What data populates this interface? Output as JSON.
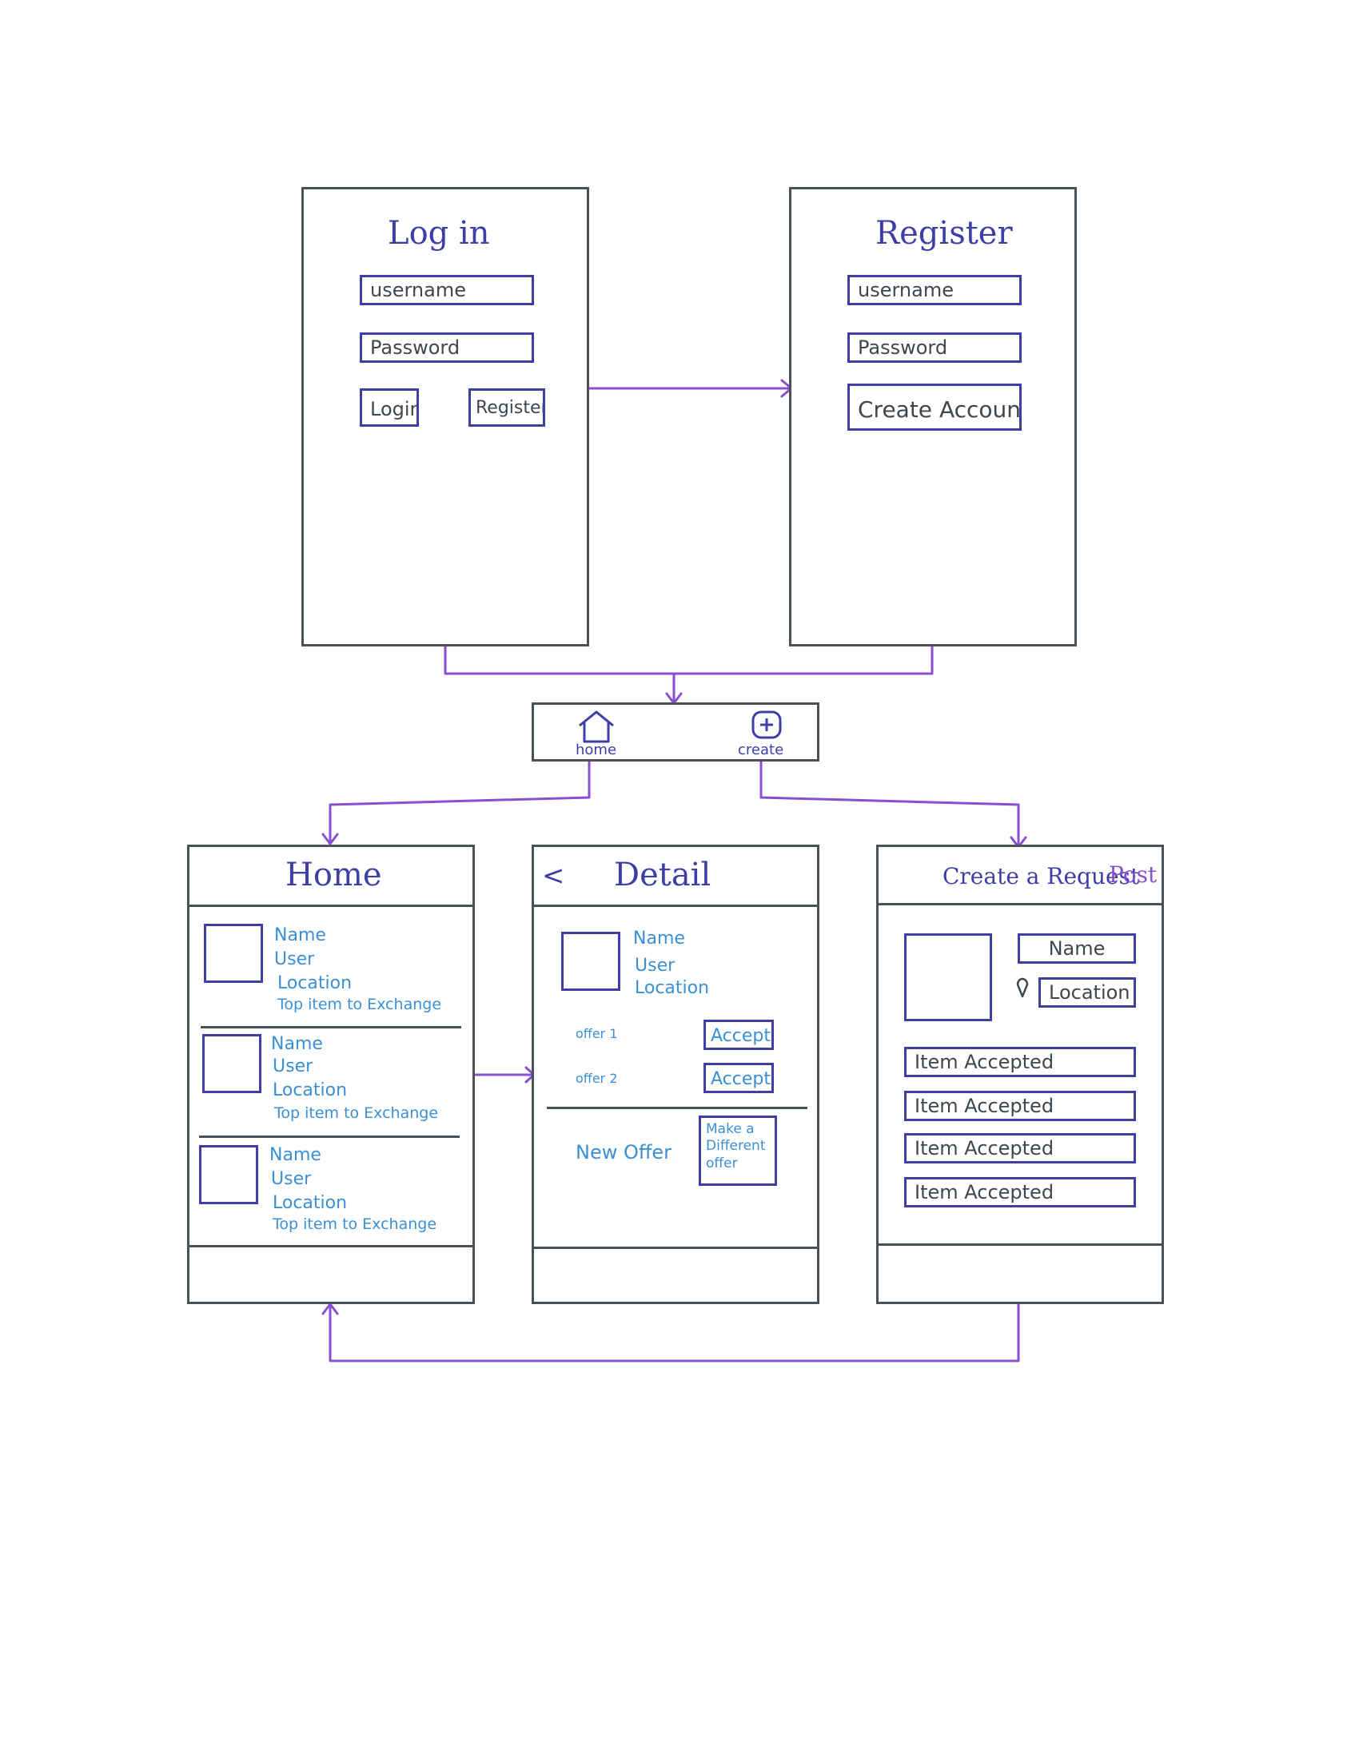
{
  "login": {
    "title": "Log in",
    "username_placeholder": "username",
    "password_placeholder": "Password",
    "login_button": "Login",
    "register_button": "Register"
  },
  "register": {
    "title": "Register",
    "username_placeholder": "username",
    "password_placeholder": "Password",
    "create_account_button": "Create Account"
  },
  "navbar": {
    "home_label": "home",
    "create_label": "create"
  },
  "home": {
    "title": "Home",
    "items": [
      {
        "name": "Name",
        "user": "User",
        "location": "Location",
        "top": "Top item to Exchange"
      },
      {
        "name": "Name",
        "user": "User",
        "location": "Location",
        "top": "Top item to Exchange"
      },
      {
        "name": "Name",
        "user": "User",
        "location": "Location",
        "top": "Top item to Exchange"
      }
    ]
  },
  "detail": {
    "back": "<",
    "title": "Detail",
    "name": "Name",
    "user": "User",
    "location": "Location",
    "offers": [
      {
        "label": "offer 1",
        "button": "Accept"
      },
      {
        "label": "offer 2",
        "button": "Accept"
      }
    ],
    "new_offer": "New Offer",
    "different_offer_button": [
      "Make a",
      "Different",
      "offer"
    ]
  },
  "create_request": {
    "title": "Create a Request",
    "post_button": "Post",
    "name_field": "Name",
    "location_field": "Location",
    "items": [
      "Item Accepted",
      "Item Accepted",
      "Item Accepted",
      "Item Accepted"
    ]
  },
  "colors": {
    "frame": "#4a5257",
    "ink": "#3d3fa6",
    "text_blue": "#3a8fd6",
    "arrow": "#8a4fd0",
    "post": "#8a4fd0"
  }
}
